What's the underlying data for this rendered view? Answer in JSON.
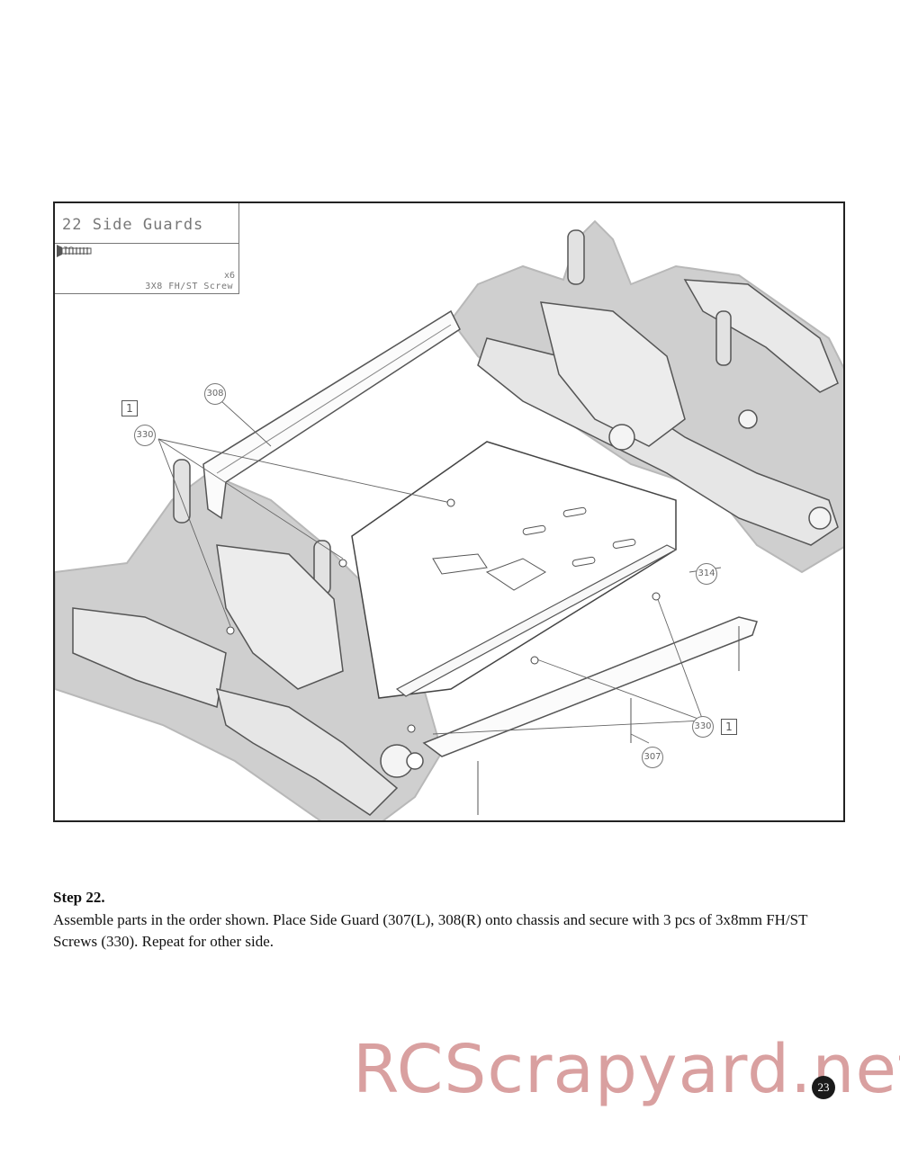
{
  "parts_box": {
    "title": "22 Side Guards",
    "part_number": "330.",
    "quantity": "x6",
    "part_name": "3X8 FH/ST Screw"
  },
  "callouts": {
    "c308": "308",
    "c330_left": "330",
    "c314": "314",
    "c330_right": "330",
    "c307": "307",
    "step_left": "1",
    "step_right": "1"
  },
  "step": {
    "heading": "Step 22.",
    "text": "Assemble parts in the order shown. Place Side Guard (307(L), 308(R) onto chassis and secure with 3 pcs of 3x8mm FH/ST Screws (330). Repeat for other side."
  },
  "watermark": "RCScrapyard.net",
  "page_number": "23"
}
